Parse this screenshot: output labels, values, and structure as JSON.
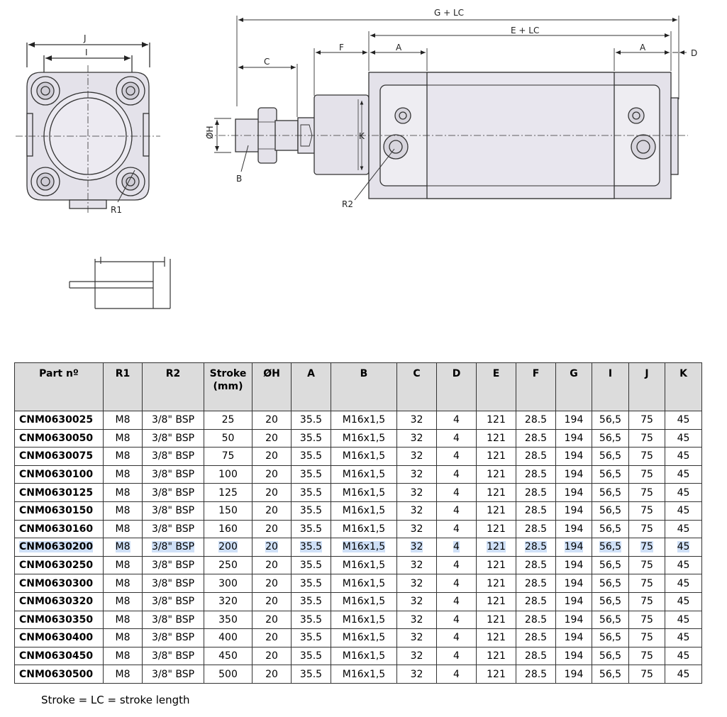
{
  "drawing": {
    "labels": {
      "j": "J",
      "i": "I",
      "r1": "R1",
      "g_lc": "G + LC",
      "e_lc": "E + LC",
      "f": "F",
      "a_left": "A",
      "a_right": "A",
      "d": "D",
      "c": "C",
      "h": "ØH",
      "b": "B",
      "k": "K",
      "r2": "R2"
    }
  },
  "table": {
    "headers": [
      "Part nº",
      "R1",
      "R2",
      "Stroke (mm)",
      "ØH",
      "A",
      "B",
      "C",
      "D",
      "E",
      "F",
      "G",
      "I",
      "J",
      "K"
    ],
    "highlight_row": 7,
    "rows": [
      [
        "CNM0630025",
        "M8",
        "3/8\" BSP",
        "25",
        "20",
        "35.5",
        "M16x1,5",
        "32",
        "4",
        "121",
        "28.5",
        "194",
        "56,5",
        "75",
        "45"
      ],
      [
        "CNM0630050",
        "M8",
        "3/8\" BSP",
        "50",
        "20",
        "35.5",
        "M16x1,5",
        "32",
        "4",
        "121",
        "28.5",
        "194",
        "56,5",
        "75",
        "45"
      ],
      [
        "CNM0630075",
        "M8",
        "3/8\" BSP",
        "75",
        "20",
        "35.5",
        "M16x1,5",
        "32",
        "4",
        "121",
        "28.5",
        "194",
        "56,5",
        "75",
        "45"
      ],
      [
        "CNM0630100",
        "M8",
        "3/8\" BSP",
        "100",
        "20",
        "35.5",
        "M16x1,5",
        "32",
        "4",
        "121",
        "28.5",
        "194",
        "56,5",
        "75",
        "45"
      ],
      [
        "CNM0630125",
        "M8",
        "3/8\" BSP",
        "125",
        "20",
        "35.5",
        "M16x1,5",
        "32",
        "4",
        "121",
        "28.5",
        "194",
        "56,5",
        "75",
        "45"
      ],
      [
        "CNM0630150",
        "M8",
        "3/8\" BSP",
        "150",
        "20",
        "35.5",
        "M16x1,5",
        "32",
        "4",
        "121",
        "28.5",
        "194",
        "56,5",
        "75",
        "45"
      ],
      [
        "CNM0630160",
        "M8",
        "3/8\" BSP",
        "160",
        "20",
        "35.5",
        "M16x1,5",
        "32",
        "4",
        "121",
        "28.5",
        "194",
        "56,5",
        "75",
        "45"
      ],
      [
        "CNM0630200",
        "M8",
        "3/8\" BSP",
        "200",
        "20",
        "35.5",
        "M16x1,5",
        "32",
        "4",
        "121",
        "28.5",
        "194",
        "56,5",
        "75",
        "45"
      ],
      [
        "CNM0630250",
        "M8",
        "3/8\" BSP",
        "250",
        "20",
        "35.5",
        "M16x1,5",
        "32",
        "4",
        "121",
        "28.5",
        "194",
        "56,5",
        "75",
        "45"
      ],
      [
        "CNM0630300",
        "M8",
        "3/8\" BSP",
        "300",
        "20",
        "35.5",
        "M16x1,5",
        "32",
        "4",
        "121",
        "28.5",
        "194",
        "56,5",
        "75",
        "45"
      ],
      [
        "CNM0630320",
        "M8",
        "3/8\" BSP",
        "320",
        "20",
        "35.5",
        "M16x1,5",
        "32",
        "4",
        "121",
        "28.5",
        "194",
        "56,5",
        "75",
        "45"
      ],
      [
        "CNM0630350",
        "M8",
        "3/8\" BSP",
        "350",
        "20",
        "35.5",
        "M16x1,5",
        "32",
        "4",
        "121",
        "28.5",
        "194",
        "56,5",
        "75",
        "45"
      ],
      [
        "CNM0630400",
        "M8",
        "3/8\" BSP",
        "400",
        "20",
        "35.5",
        "M16x1,5",
        "32",
        "4",
        "121",
        "28.5",
        "194",
        "56,5",
        "75",
        "45"
      ],
      [
        "CNM0630450",
        "M8",
        "3/8\" BSP",
        "450",
        "20",
        "35.5",
        "M16x1,5",
        "32",
        "4",
        "121",
        "28.5",
        "194",
        "56,5",
        "75",
        "45"
      ],
      [
        "CNM0630500",
        "M8",
        "3/8\" BSP",
        "500",
        "20",
        "35.5",
        "M16x1,5",
        "32",
        "4",
        "121",
        "28.5",
        "194",
        "56,5",
        "75",
        "45"
      ]
    ]
  },
  "note": "Stroke = LC = stroke length",
  "colors": {
    "header_bg": "#dcdcdc",
    "highlight": "#cfe0f7",
    "body_fill": "#e4e2ea"
  }
}
